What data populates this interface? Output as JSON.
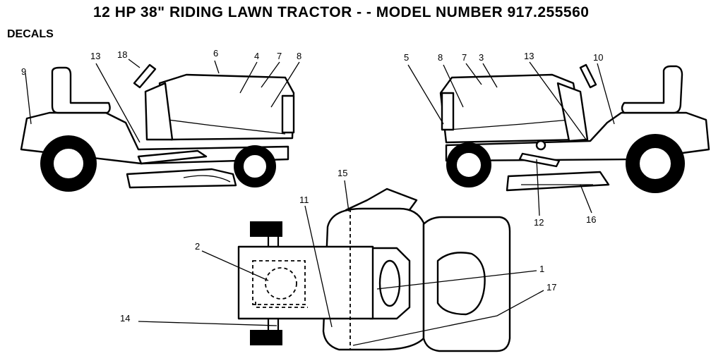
{
  "title": "12 HP 38\" RIDING LAWN TRACTOR - - MODEL NUMBER 917.255560",
  "section": "DECALS",
  "callouts": [
    "1",
    "2",
    "3",
    "4",
    "5",
    "6",
    "7",
    "8",
    "9",
    "10",
    "11",
    "12",
    "13",
    "14",
    "15",
    "16",
    "17",
    "18"
  ]
}
